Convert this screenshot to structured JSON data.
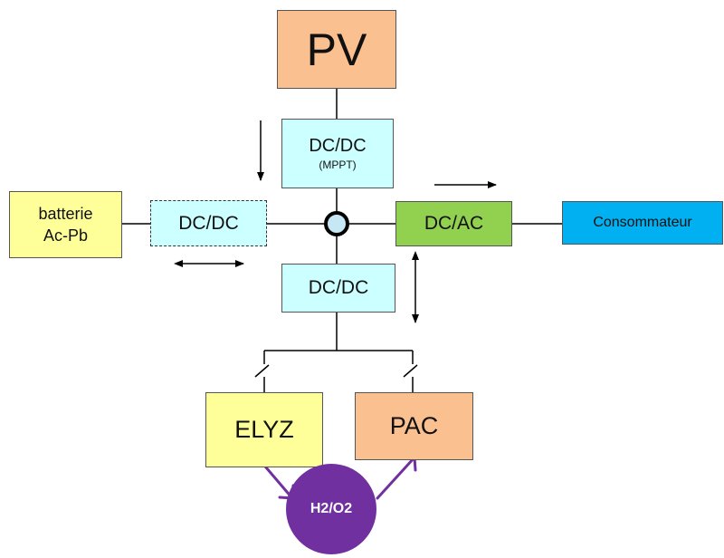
{
  "blocks": {
    "pv": {
      "label": "PV",
      "color": "#FAC090"
    },
    "dcdc_mppt": {
      "line1": "DC/DC",
      "line2": "(MPPT)",
      "color": "#CCFFFF"
    },
    "battery": {
      "line1": "batterie",
      "line2": "Ac-Pb",
      "color": "#FFFF99"
    },
    "dcdc_battery": {
      "label": "DC/DC",
      "color": "#CCFFFF"
    },
    "dcac": {
      "label": "DC/AC",
      "color": "#92D050"
    },
    "consumer": {
      "label": "Consommateur",
      "color": "#00B0F0"
    },
    "dcdc_bottom": {
      "label": "DC/DC",
      "color": "#CCFFFF"
    },
    "elyz": {
      "label": "ELYZ",
      "color": "#FFFF99"
    },
    "pac": {
      "label": "PAC",
      "color": "#FAC090"
    },
    "h2o2": {
      "label": "H2/O2",
      "color": "#7030A0"
    }
  },
  "node_color": "#C6E8F5",
  "flow_arrow_color": "#7030A0"
}
